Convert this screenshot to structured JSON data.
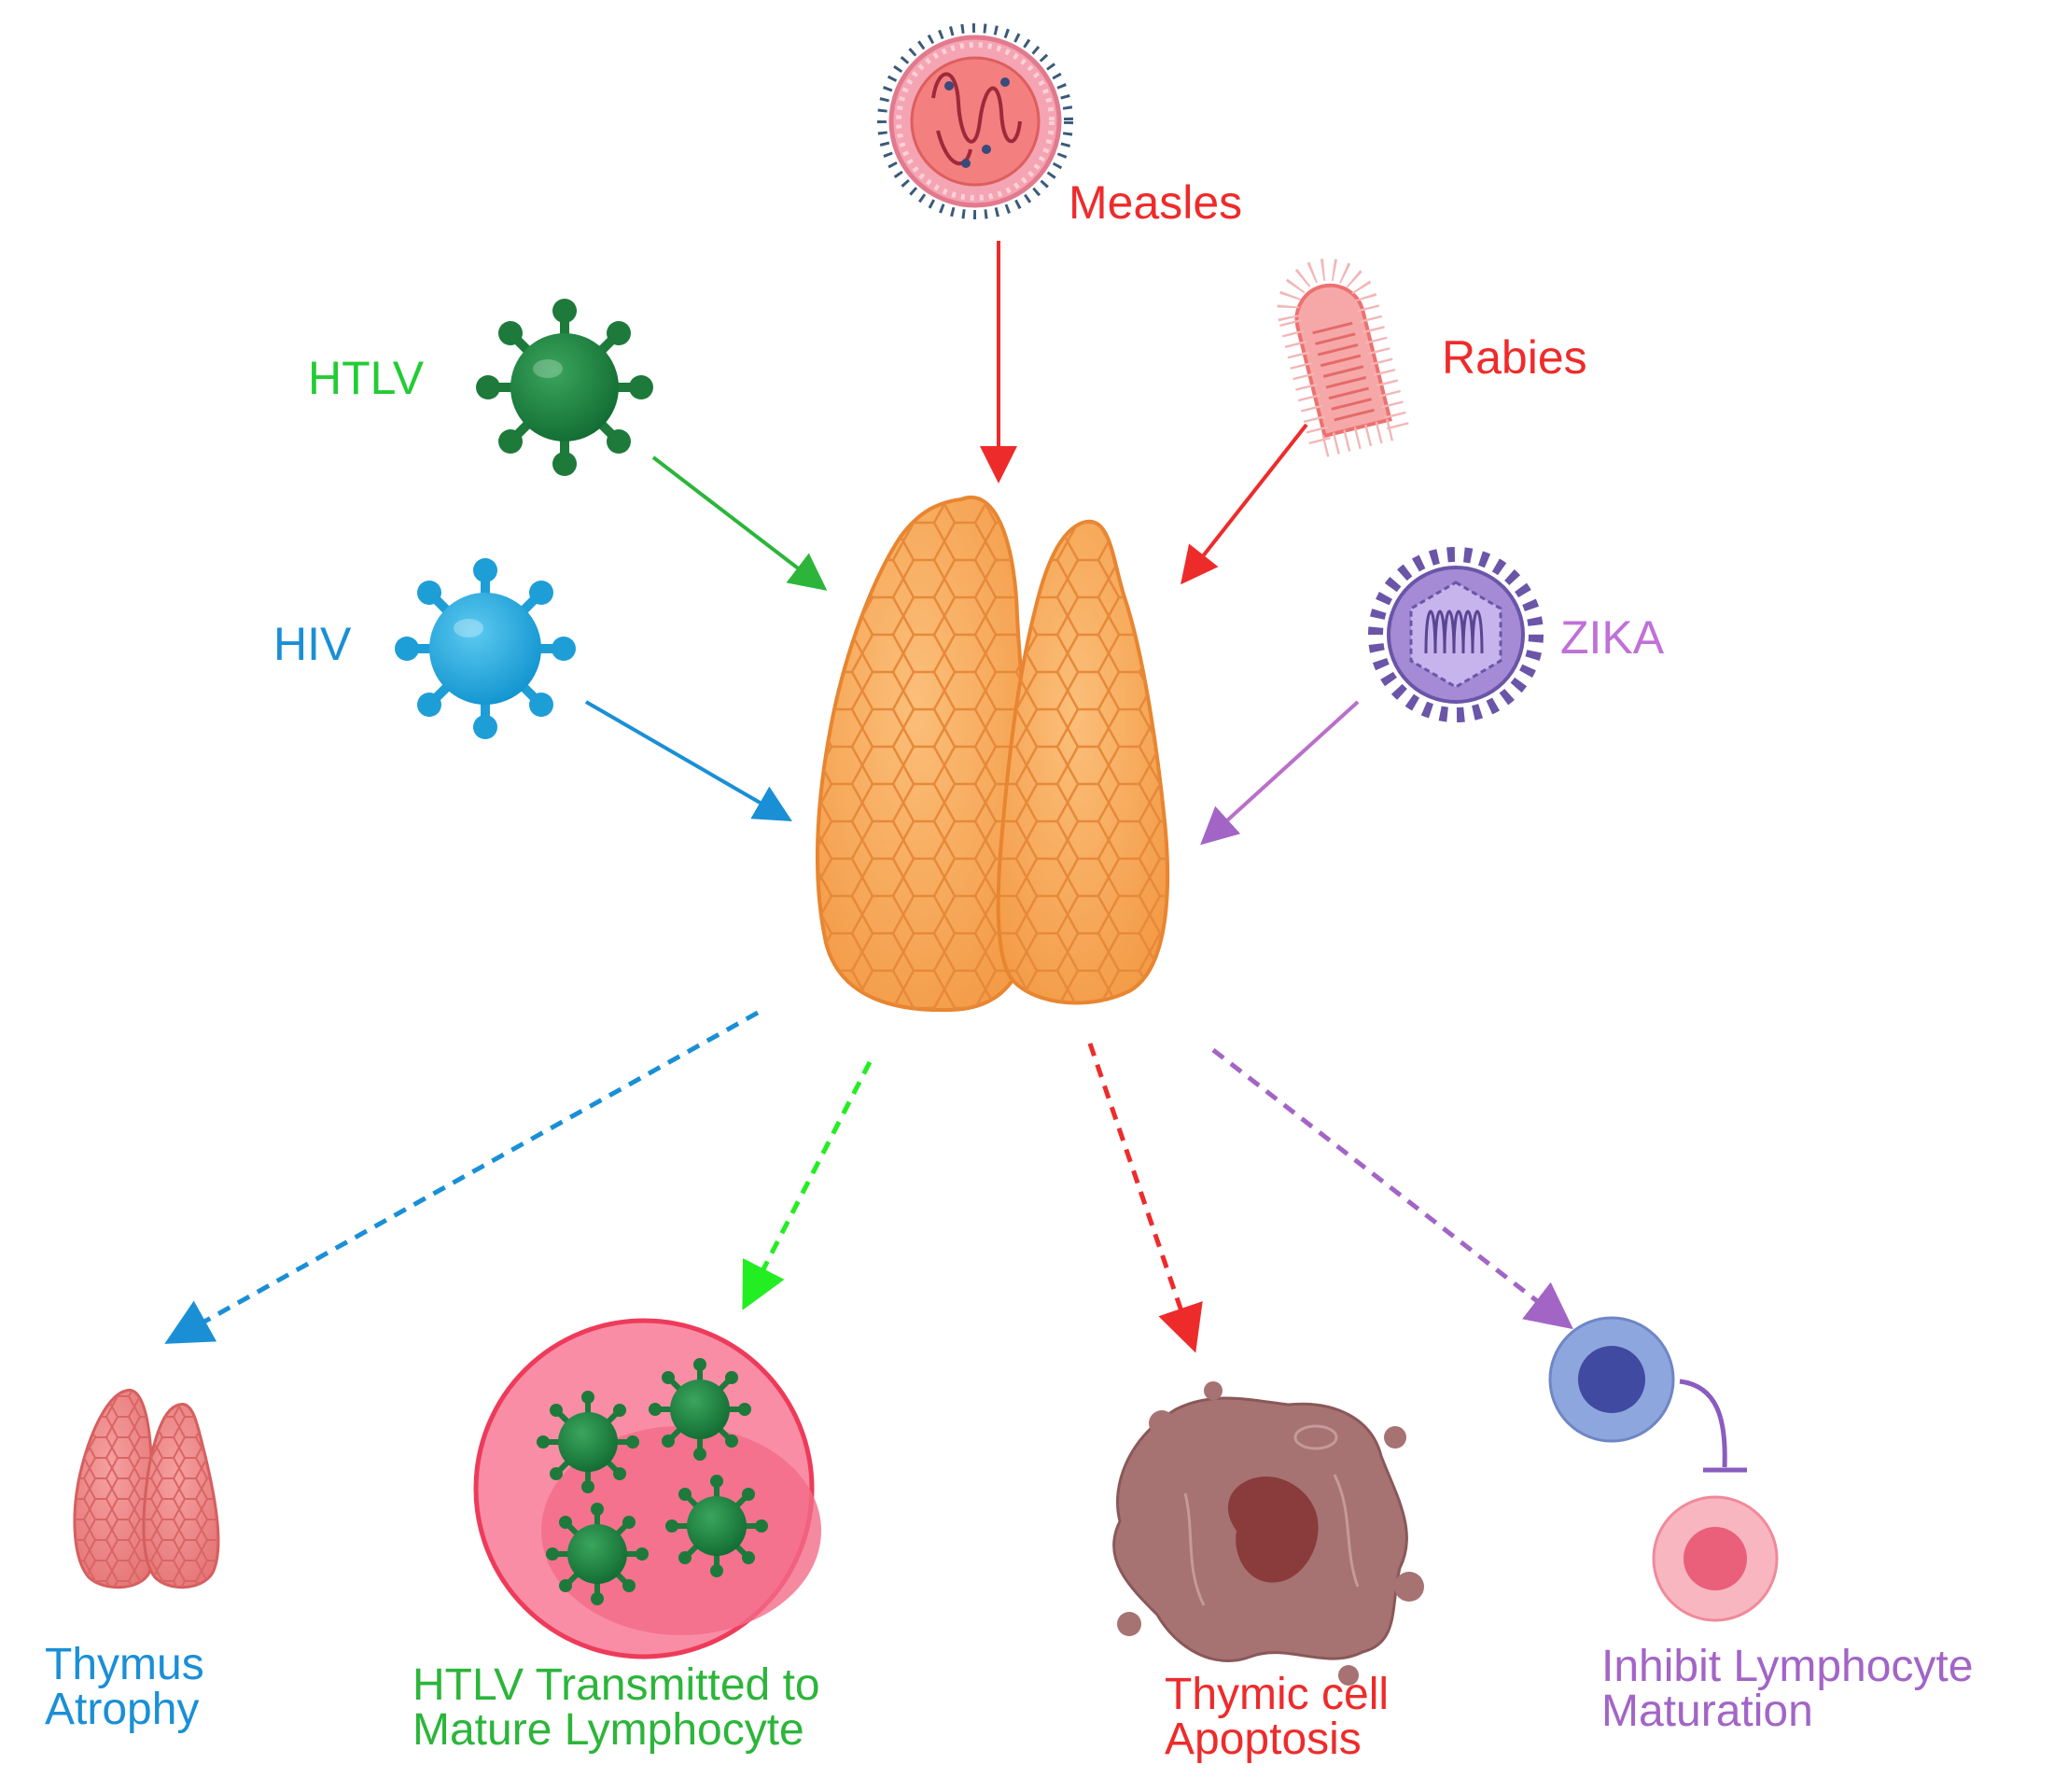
{
  "viruses": {
    "measles": {
      "label": "Measles",
      "color": "#ee2b2b",
      "icon": "measles-virus-icon"
    },
    "rabies": {
      "label": "Rabies",
      "color": "#ee2b2b",
      "icon": "rabies-virus-icon"
    },
    "htlv": {
      "label": "HTLV",
      "color": "#22cc33",
      "icon": "htlv-virus-icon"
    },
    "hiv": {
      "label": "HIV",
      "color": "#1a8fd6",
      "icon": "hiv-virus-icon"
    },
    "zika": {
      "label": "ZIKA",
      "color": "#c070d8",
      "icon": "zika-virus-icon"
    }
  },
  "center": {
    "icon": "thymus-organ-icon",
    "color": "#f7a85a"
  },
  "outcomes": {
    "atrophy": {
      "line1": "Thymus",
      "line2": "Atrophy",
      "color": "#1a8fd6",
      "icon": "atrophied-thymus-icon"
    },
    "htlv_transmit": {
      "line1": "HTLV Transmitted to",
      "line2": "Mature Lymphocyte",
      "color": "#2cb53a",
      "icon": "infected-lymphocyte-icon"
    },
    "apoptosis": {
      "line1": "Thymic cell",
      "line2": "Apoptosis",
      "color": "#ee2b2b",
      "icon": "apoptotic-cell-icon"
    },
    "maturation": {
      "line1": "Inhibit Lymphocyte",
      "line2": "Maturation",
      "color": "#a265c6",
      "icon": "lymphocyte-inhibition-icon"
    }
  }
}
